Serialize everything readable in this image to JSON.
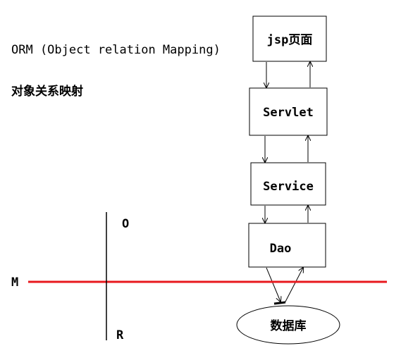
{
  "title_line": "ORM (Object relation Mapping)",
  "subtitle": "对象关系映射",
  "layers": [
    {
      "id": "jsp",
      "label": "jsp页面"
    },
    {
      "id": "servlet",
      "label": "Servlet"
    },
    {
      "id": "service",
      "label": "Service"
    },
    {
      "id": "dao",
      "label": "Dao"
    }
  ],
  "database": {
    "label": "数据库"
  },
  "axis_labels": {
    "o": "O",
    "r": "R",
    "m": "M"
  },
  "colors": {
    "line": "#000000",
    "divider": "#e8191e",
    "text": "#000000"
  }
}
